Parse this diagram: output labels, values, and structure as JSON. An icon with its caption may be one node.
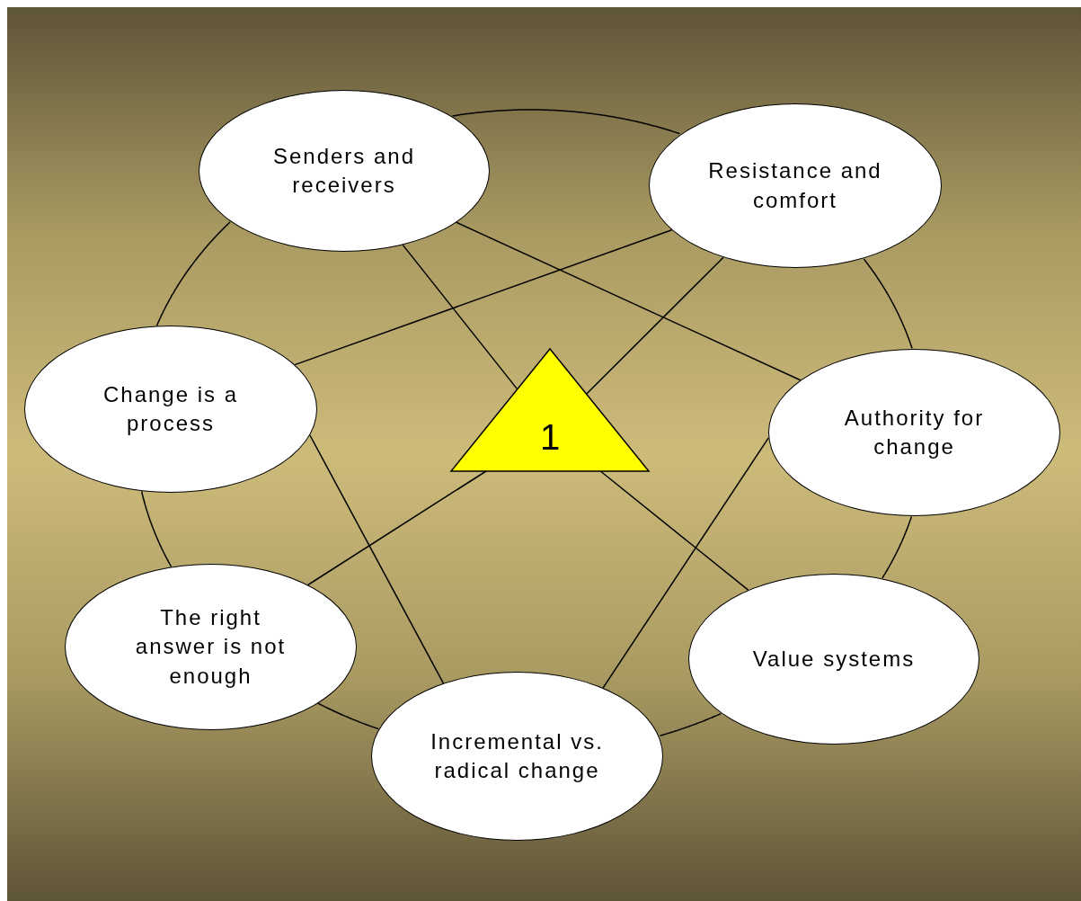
{
  "diagram": {
    "nodes": [
      {
        "text": [
          "Senders and receivers"
        ]
      },
      {
        "text": [
          "Resistance and comfort"
        ]
      },
      {
        "text": [
          "Change is a process"
        ]
      },
      {
        "text": [
          "Authority for change"
        ]
      },
      {
        "text": [
          "The right answer is not enough"
        ]
      },
      {
        "text": [
          "Value systems"
        ]
      },
      {
        "text": [
          "Incremental vs. radical change"
        ]
      },
      {
        "text": [
          "1"
        ]
      }
    ],
    "edges": [
      {
        "from": 0,
        "to": 1,
        "arrow": "none"
      },
      {
        "from": 1,
        "to": 3,
        "arrow": "none"
      },
      {
        "from": 3,
        "to": 5,
        "arrow": "none"
      },
      {
        "from": 5,
        "to": 6,
        "arrow": "none"
      },
      {
        "from": 6,
        "to": 4,
        "arrow": "none"
      },
      {
        "from": 4,
        "to": 2,
        "arrow": "none"
      },
      {
        "from": 2,
        "to": 0,
        "arrow": "none"
      },
      {
        "from": 0,
        "to": 7,
        "arrow": "none"
      },
      {
        "from": 7,
        "to": 5,
        "arrow": "none"
      },
      {
        "from": 1,
        "to": 7,
        "arrow": "none"
      },
      {
        "from": 7,
        "to": 4,
        "arrow": "none"
      },
      {
        "from": 0,
        "to": 3,
        "arrow": "none"
      },
      {
        "from": 1,
        "to": 2,
        "arrow": "none"
      },
      {
        "from": 2,
        "to": 6,
        "arrow": "none"
      },
      {
        "from": 3,
        "to": 6,
        "arrow": "none"
      }
    ]
  }
}
